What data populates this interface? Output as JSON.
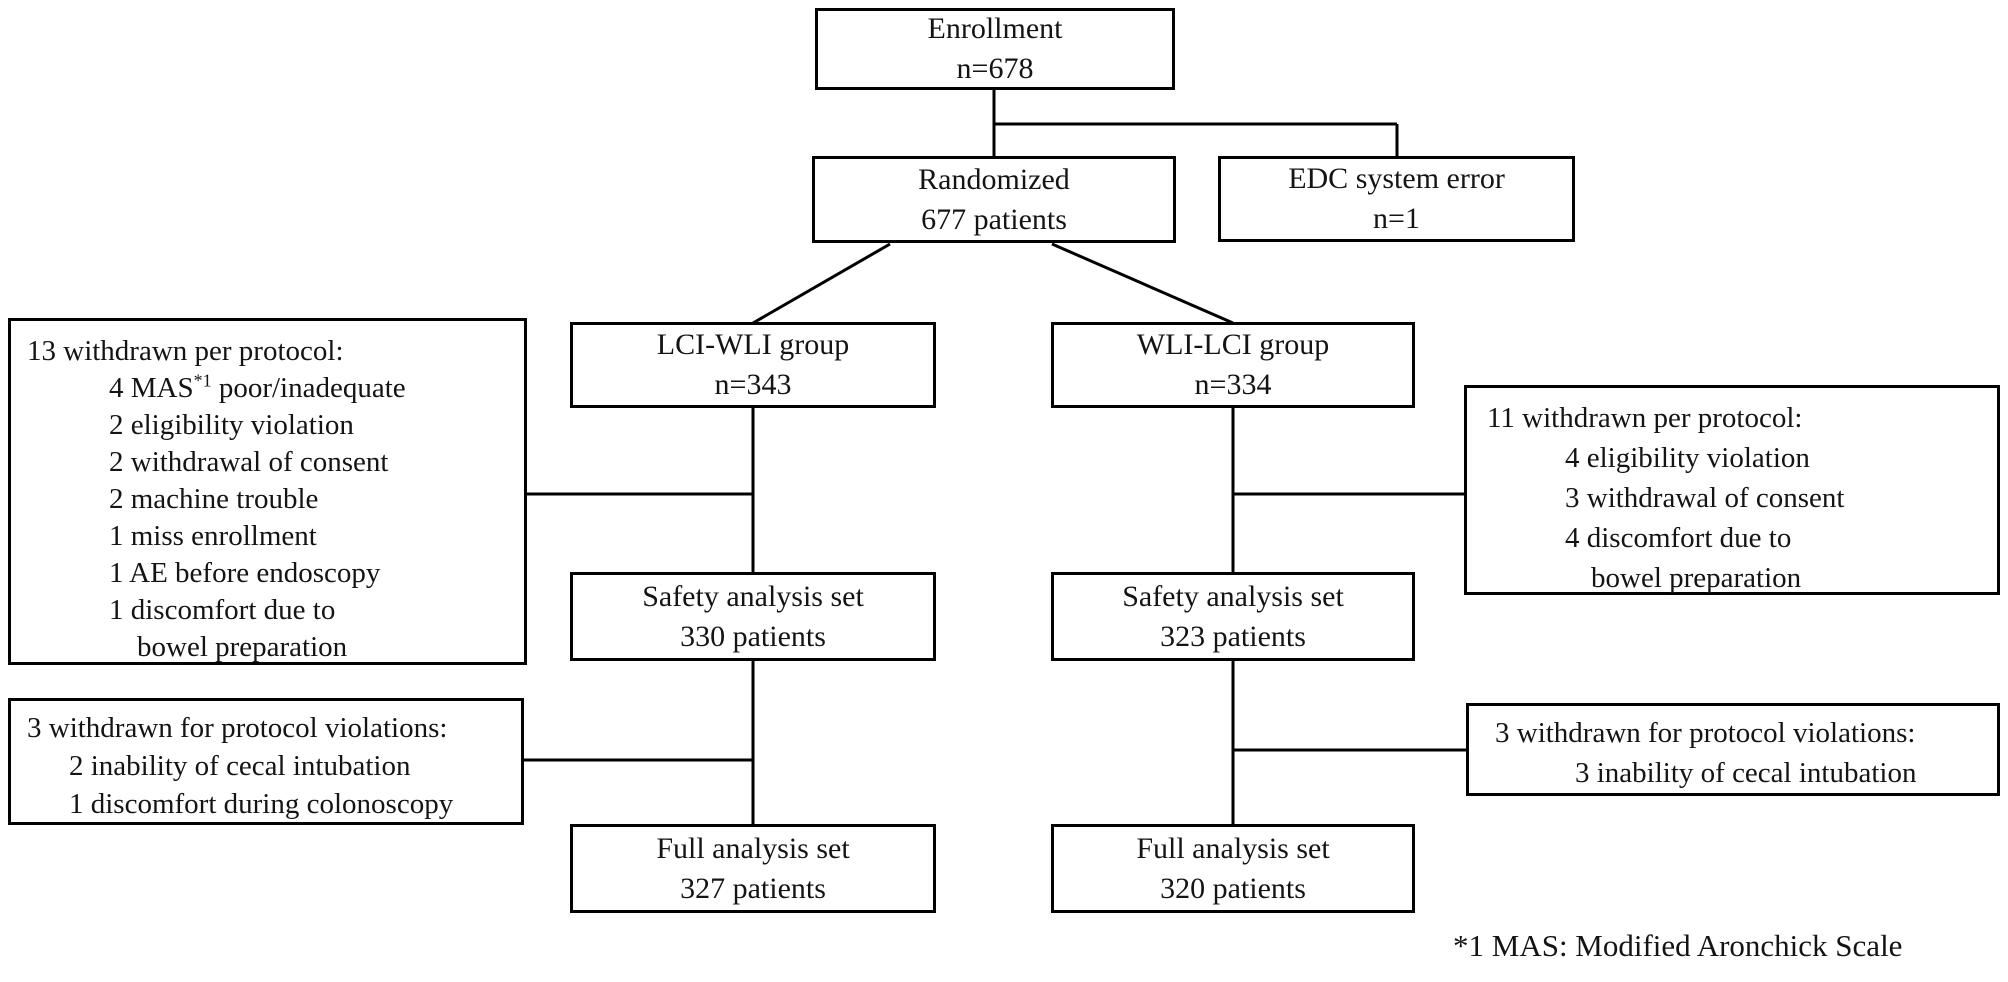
{
  "colors": {
    "background": "#ffffff",
    "line_color": "#000000",
    "text_color": "#141414"
  },
  "nodes": {
    "enrollment": {
      "title": "Enrollment",
      "count": "n=678"
    },
    "randomized": {
      "title": "Randomized",
      "count": "677 patients"
    },
    "edc_error": {
      "title": "EDC system error",
      "count": "n=1"
    },
    "lci_wli_group": {
      "title": "LCI-WLI group",
      "count": "n=343"
    },
    "wli_lci_group": {
      "title": "WLI-LCI group",
      "count": "n=334"
    },
    "safety_lci": {
      "title": "Safety analysis set",
      "count": "330 patients"
    },
    "safety_wli": {
      "title": "Safety analysis set",
      "count": "323 patients"
    },
    "full_lci": {
      "title": "Full analysis set",
      "count": "327 patients"
    },
    "full_wli": {
      "title": "Full analysis set",
      "count": "320 patients"
    }
  },
  "notes": {
    "lci_withdrawn_protocol": {
      "header": "13 withdrawn per protocol:",
      "mas_item": {
        "prefix": "4 MAS",
        "sup": "*1",
        "suffix": " poor/inadequate"
      },
      "items": [
        "2 eligibility violation",
        "2 withdrawal of consent",
        "2 machine trouble",
        "1 miss enrollment",
        "1 AE before endoscopy",
        "1 discomfort due to"
      ],
      "continuation": "bowel preparation"
    },
    "wli_withdrawn_protocol": {
      "header": "11 withdrawn per protocol:",
      "items": [
        "4 eligibility violation",
        "3 withdrawal of consent",
        "4 discomfort due to"
      ],
      "continuation": "bowel preparation"
    },
    "lci_withdrawn_violations": {
      "header": "3 withdrawn for protocol violations:",
      "items": [
        "2 inability of cecal intubation",
        "1 discomfort during colonoscopy"
      ]
    },
    "wli_withdrawn_violations": {
      "header": "3 withdrawn for protocol violations:",
      "items": [
        "3 inability of cecal intubation"
      ]
    }
  },
  "footnote": "*1 MAS: Modified Aronchick Scale"
}
